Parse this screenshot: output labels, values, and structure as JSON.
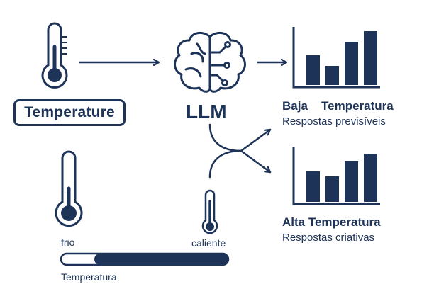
{
  "input_label": "Temperature",
  "model_label": "LLM",
  "low": {
    "title_word1": "Baja",
    "title_word2": "Temperatura",
    "subtitle": "Respostas previsíveis",
    "bars": [
      0.55,
      0.35,
      0.8,
      1.0
    ]
  },
  "high": {
    "title": "Alta Temperatura",
    "subtitle": "Respostas criativas",
    "bars": [
      0.6,
      0.5,
      0.8,
      0.95
    ]
  },
  "scale": {
    "cold_label": "frio",
    "hot_label": "caliente",
    "bar_label": "Temperatura",
    "fill_level": 0.8
  },
  "colors": {
    "primary": "#1d3358",
    "background": "#ffffff"
  },
  "icons": [
    "thermometer-icon",
    "brain-circuit-icon",
    "bar-chart-icon",
    "arrow-right-icon",
    "branching-arrow-icon"
  ]
}
